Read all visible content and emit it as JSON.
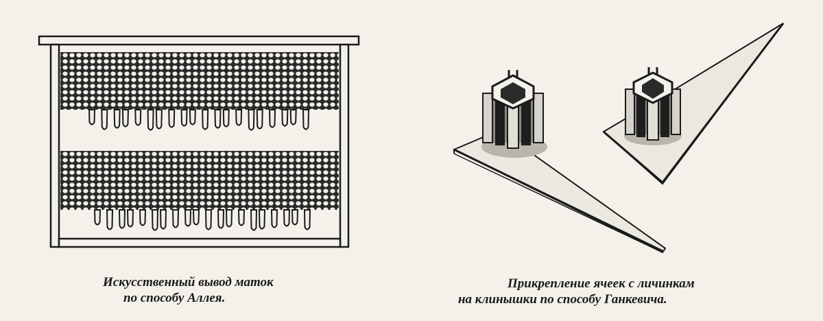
{
  "figures": [
    {
      "illustration": "hive-frame-illustration",
      "caption_lines": [
        "Искусственный вывод маток",
        "по способу Аллея."
      ]
    },
    {
      "illustration": "queen-cell-wedges-illustration",
      "caption_lines": [
        "Прикрепление ячеек с личинкам",
        "на клинышки по способу Ганкевича."
      ]
    }
  ],
  "colors": {
    "paper": "#f3f1ea",
    "ink": "#1a1a1a",
    "comb": "#2a2a2a"
  }
}
